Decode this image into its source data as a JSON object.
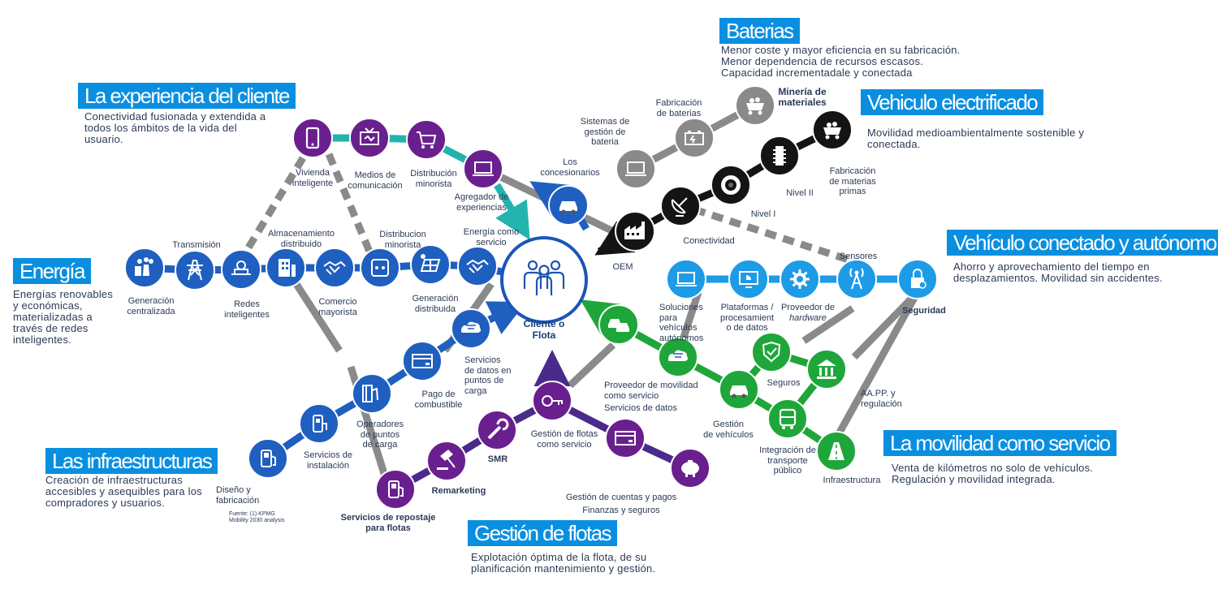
{
  "colors": {
    "blue": "#1f5fbf",
    "light_blue": "#1d9be6",
    "purple": "#6a1f8e",
    "teal": "#22b3ad",
    "green": "#1fa63a",
    "gray": "#8a8a8a",
    "black": "#141414",
    "title_bg": "#0a8fe0",
    "text": "#2b3a56",
    "navy": "#1b2f86"
  },
  "center": {
    "label": "Cliente o\nFlota",
    "icon": "people-group-icon"
  },
  "sections": {
    "baterias": {
      "title": "Baterias",
      "desc": "Menor coste y mayor eficiencia en su fabricación.\nMenor dependencia  de recursos escasos.\nCapacidad incrementadale y conectada"
    },
    "experiencia": {
      "title": "La experiencia del cliente",
      "desc": "Conectividad fusionada y extendida a\ntodos los ámbitos de la vida del\nusuario."
    },
    "vehiculo_electrificado": {
      "title": "Vehiculo electrificado",
      "desc": "Movilidad medioambientalmente sostenible y\nconectada."
    },
    "vehiculo_conectado": {
      "title": "Vehículo  conectado y autónomo",
      "desc": "Ahorro y aprovechamiento del tiempo en\ndesplazamientos. Movilidad sin accidentes."
    },
    "energia": {
      "title": "Energía",
      "desc": "Energías renovables\ny económicas,\nmaterializadas a\ntravés de redes\ninteligentes."
    },
    "infraestructuras": {
      "title": "Las infraestructuras",
      "desc": "Creación de infraestructuras\naccesibles y asequibles para los\ncompradores y usuarios."
    },
    "movilidad_servicio": {
      "title": "La movilidad como servicio",
      "desc": "Venta de kilómetros no solo de vehículos.\nRegulación y movilidad integrada."
    },
    "gestion_flotas": {
      "title": "Gestión de flotas",
      "desc": "Explotación óptima de la flota, de su\nplanificación mantenimiento y gestión."
    }
  },
  "source": "Fuente:  (1) KPMG\nMobility  2030  analysis",
  "nodes": [
    {
      "icon": "mining-cart-icon",
      "label": "Minería de\nmateriales"
    },
    {
      "icon": "battery-icon",
      "label": "Fabricación\nde baterias"
    },
    {
      "icon": "laptop-icon",
      "label": "Sistemas de\ngestión de\nbateria"
    },
    {
      "icon": "mining-cart-icon",
      "label": "Fabricación\nde materias\nprimas"
    },
    {
      "icon": "component-icon",
      "label": "Nivel II"
    },
    {
      "icon": "tire-icon",
      "label": "Nivel I"
    },
    {
      "icon": "satellite-dish-icon",
      "label": "Conectividad"
    },
    {
      "icon": "factory-icon",
      "label": "OEM"
    },
    {
      "icon": "car-icon",
      "label": "Los\nconcesionarios"
    },
    {
      "icon": "smartphone-icon",
      "label": "Vivienda\ninteligente"
    },
    {
      "icon": "tv-icon",
      "label": "Medios de\ncomunicación"
    },
    {
      "icon": "shopping-cart-icon",
      "label": "Distribución\nminorista"
    },
    {
      "icon": "laptop-icon",
      "label": "Agregador de\nexperiencias"
    },
    {
      "icon": "power-plant-icon",
      "label": "Generación\ncentralizada"
    },
    {
      "icon": "transmission-tower-icon",
      "label": "Transmisión"
    },
    {
      "icon": "smart-grid-icon",
      "label": "Redes\ninteligentes"
    },
    {
      "icon": "storage-building-icon",
      "label": "Almacenamiento\ndistribuido"
    },
    {
      "icon": "handshake-icon",
      "label": "Comercio\nmayorista"
    },
    {
      "icon": "power-outlet-icon",
      "label": "Distribucion\nminorista"
    },
    {
      "icon": "solar-panel-icon",
      "label": "Generación\ndistribuida"
    },
    {
      "icon": "handshake-icon",
      "label": "Energía como\nservicio"
    },
    {
      "icon": "cloud-data-icon",
      "label": "Servicios\nde datos en\npuntos de\ncarga"
    },
    {
      "icon": "credit-card-icon",
      "label": "Pago de\ncombustible"
    },
    {
      "icon": "gas-station-icon",
      "label": "Operadores\nde puntos\nde carga"
    },
    {
      "icon": "charger-icon",
      "label": "Servicios de\ninstalación"
    },
    {
      "icon": "fuel-pump-icon",
      "label": "Diseño y\nfabricación"
    },
    {
      "icon": "fuel-pump-icon",
      "label": "Servicios de repostaje\npara flotas"
    },
    {
      "icon": "gavel-icon",
      "label": "Remarketing"
    },
    {
      "icon": "wrench-icon",
      "label": "SMR"
    },
    {
      "icon": "key-icon",
      "label": "Gestión de flotas\ncomo servicio"
    },
    {
      "icon": "credit-card-icon",
      "label": "Servicios de datos"
    },
    {
      "icon": "piggy-bank-icon",
      "label": "Gestión de cuentas y pagos\nFinanzas y seguros"
    },
    {
      "icon": "cars-icon",
      "label": ""
    },
    {
      "icon": "cloud-data-icon",
      "label": "Proveedor de movilidad\ncomo servicio"
    },
    {
      "icon": "car-icon",
      "label": "Gestión\nde vehículos"
    },
    {
      "icon": "shield-icon",
      "label": "Seguros"
    },
    {
      "icon": "government-building-icon",
      "label": "AA.PP. y\nregulación"
    },
    {
      "icon": "bus-icon",
      "label": "Integración de\ntransporte\npúblico"
    },
    {
      "icon": "road-icon",
      "label": "Infraestructura"
    },
    {
      "icon": "laptop-icon",
      "label": "Soluciones\npara\nvehículos\nautónomos"
    },
    {
      "icon": "monitor-chart-icon",
      "label": "Plataformas /\nprocesamient\no de datos"
    },
    {
      "icon": "gear-icon",
      "label": "Proveedor de\nhardware"
    },
    {
      "icon": "antenna-icon",
      "label": "Sensores"
    },
    {
      "icon": "lock-icon",
      "label": "Seguridad"
    }
  ]
}
